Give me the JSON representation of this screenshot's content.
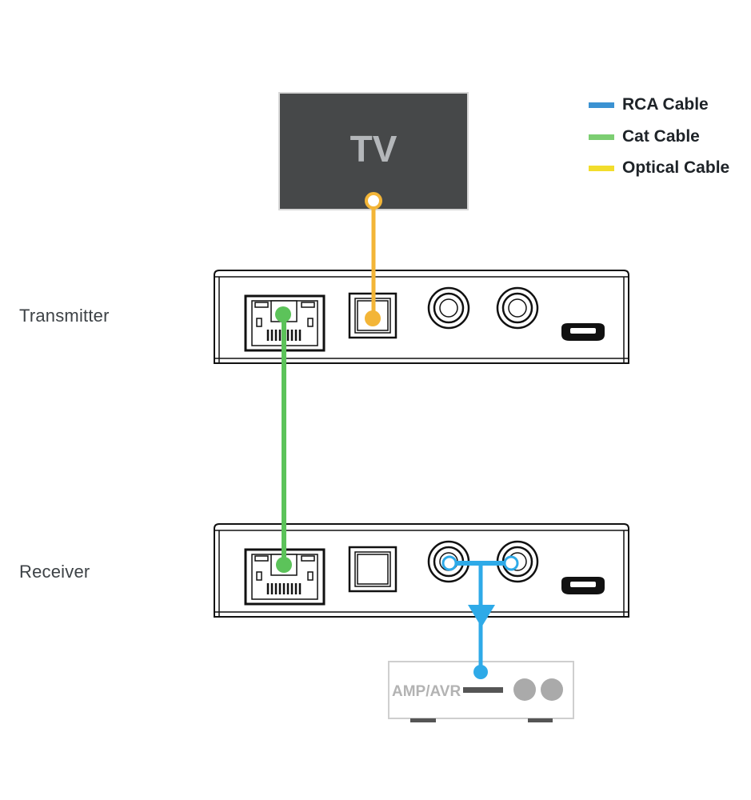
{
  "legend": {
    "items": [
      {
        "label": "RCA Cable",
        "color": "#3b92d2"
      },
      {
        "label": "Cat Cable",
        "color": "#7cce72"
      },
      {
        "label": "Optical Cable",
        "color": "#f2dd2c"
      }
    ]
  },
  "devices": {
    "tv": {
      "label": "TV",
      "bg_color": "#464849",
      "text_color": "#b4b7ba"
    },
    "transmitter": {
      "label": "Transmitter"
    },
    "receiver": {
      "label": "Receiver"
    },
    "amp": {
      "label": "AMP/AVR",
      "text_color": "#b3b3b3"
    }
  },
  "cables": {
    "optical": {
      "color": "#f3b537",
      "from": "TV",
      "to": "Transmitter optical port"
    },
    "cat": {
      "color": "#5cc35a",
      "from": "Transmitter RJ45 port",
      "to": "Receiver RJ45 port"
    },
    "rca": {
      "color": "#2eaae8",
      "from": "Receiver RCA ports (L/R)",
      "to": "AMP/AVR"
    }
  },
  "ports": [
    "RJ45",
    "Optical",
    "RCA L",
    "RCA R",
    "Micro USB"
  ]
}
